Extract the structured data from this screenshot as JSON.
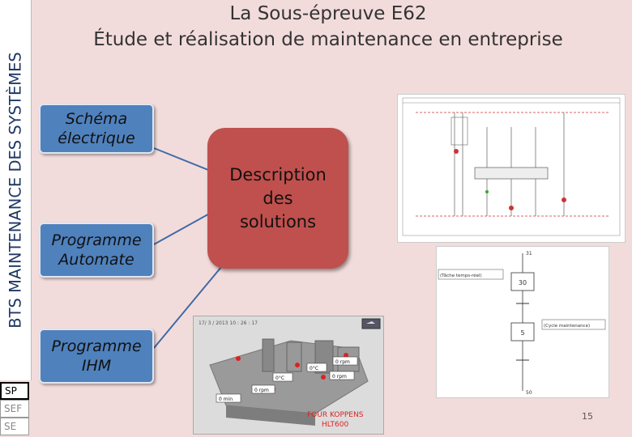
{
  "sidebar": {
    "vertical_title": "BTS MAINTENANCE DES SYSTÈMES",
    "nav": [
      {
        "label": "SP"
      },
      {
        "label": "SEF"
      },
      {
        "label": "SE"
      }
    ]
  },
  "title": {
    "line1": "La Sous-épreuve E62",
    "line2": "Étude et réalisation de maintenance en entreprise"
  },
  "boxes": {
    "schema": [
      "Schéma",
      "électrique"
    ],
    "automate": [
      "Programme",
      "Automate"
    ],
    "ihm": [
      "Programme",
      "IHM"
    ],
    "description": [
      "Description",
      "des",
      "solutions"
    ]
  },
  "grafcet": {
    "step1": "30",
    "step2": "5",
    "action1": "(Tâche temps-réel)",
    "action2": "(Cycle maintenance)",
    "transition_top": "31",
    "transition_bottom": "50"
  },
  "hmi": {
    "header": "17/ 3 / 2013    10 : 26 : 17",
    "readouts": [
      "0 rpm",
      "0 rpm",
      "0°C",
      "0°C",
      "0 rpm",
      "0 min"
    ],
    "brand_line1": "FOUR KOPPENS",
    "brand_line2": "HLT600"
  },
  "page_number": "15",
  "colors": {
    "background": "#f2dcdb",
    "blue_box": "#4f81bd",
    "red_box": "#c0504d"
  }
}
